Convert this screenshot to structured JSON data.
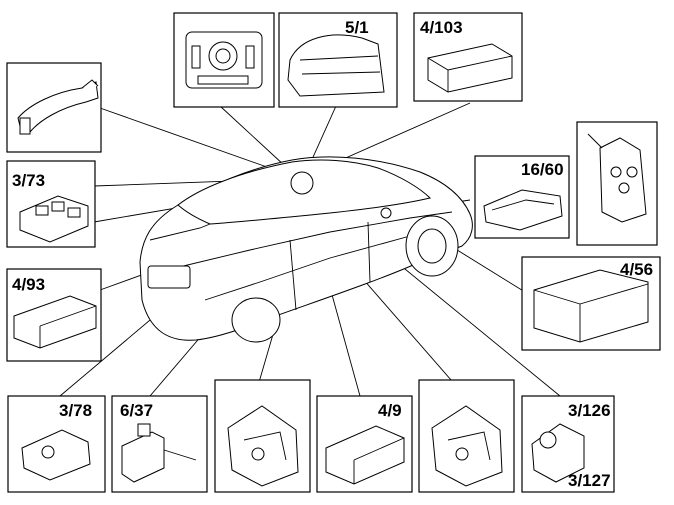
{
  "diagram": {
    "labels": {
      "switch_module": "5/1",
      "control_unit_top": "4/103",
      "roof_module": "16/60",
      "key_unit": "3/73",
      "door_module": "4/93",
      "fuse_box": "4/56",
      "lock_motor_tailgate": "3/78",
      "actuator": "6/37",
      "control_unit_bottom": "4/9",
      "window_motor_a": "3/126",
      "window_motor_b": "3/127"
    }
  }
}
